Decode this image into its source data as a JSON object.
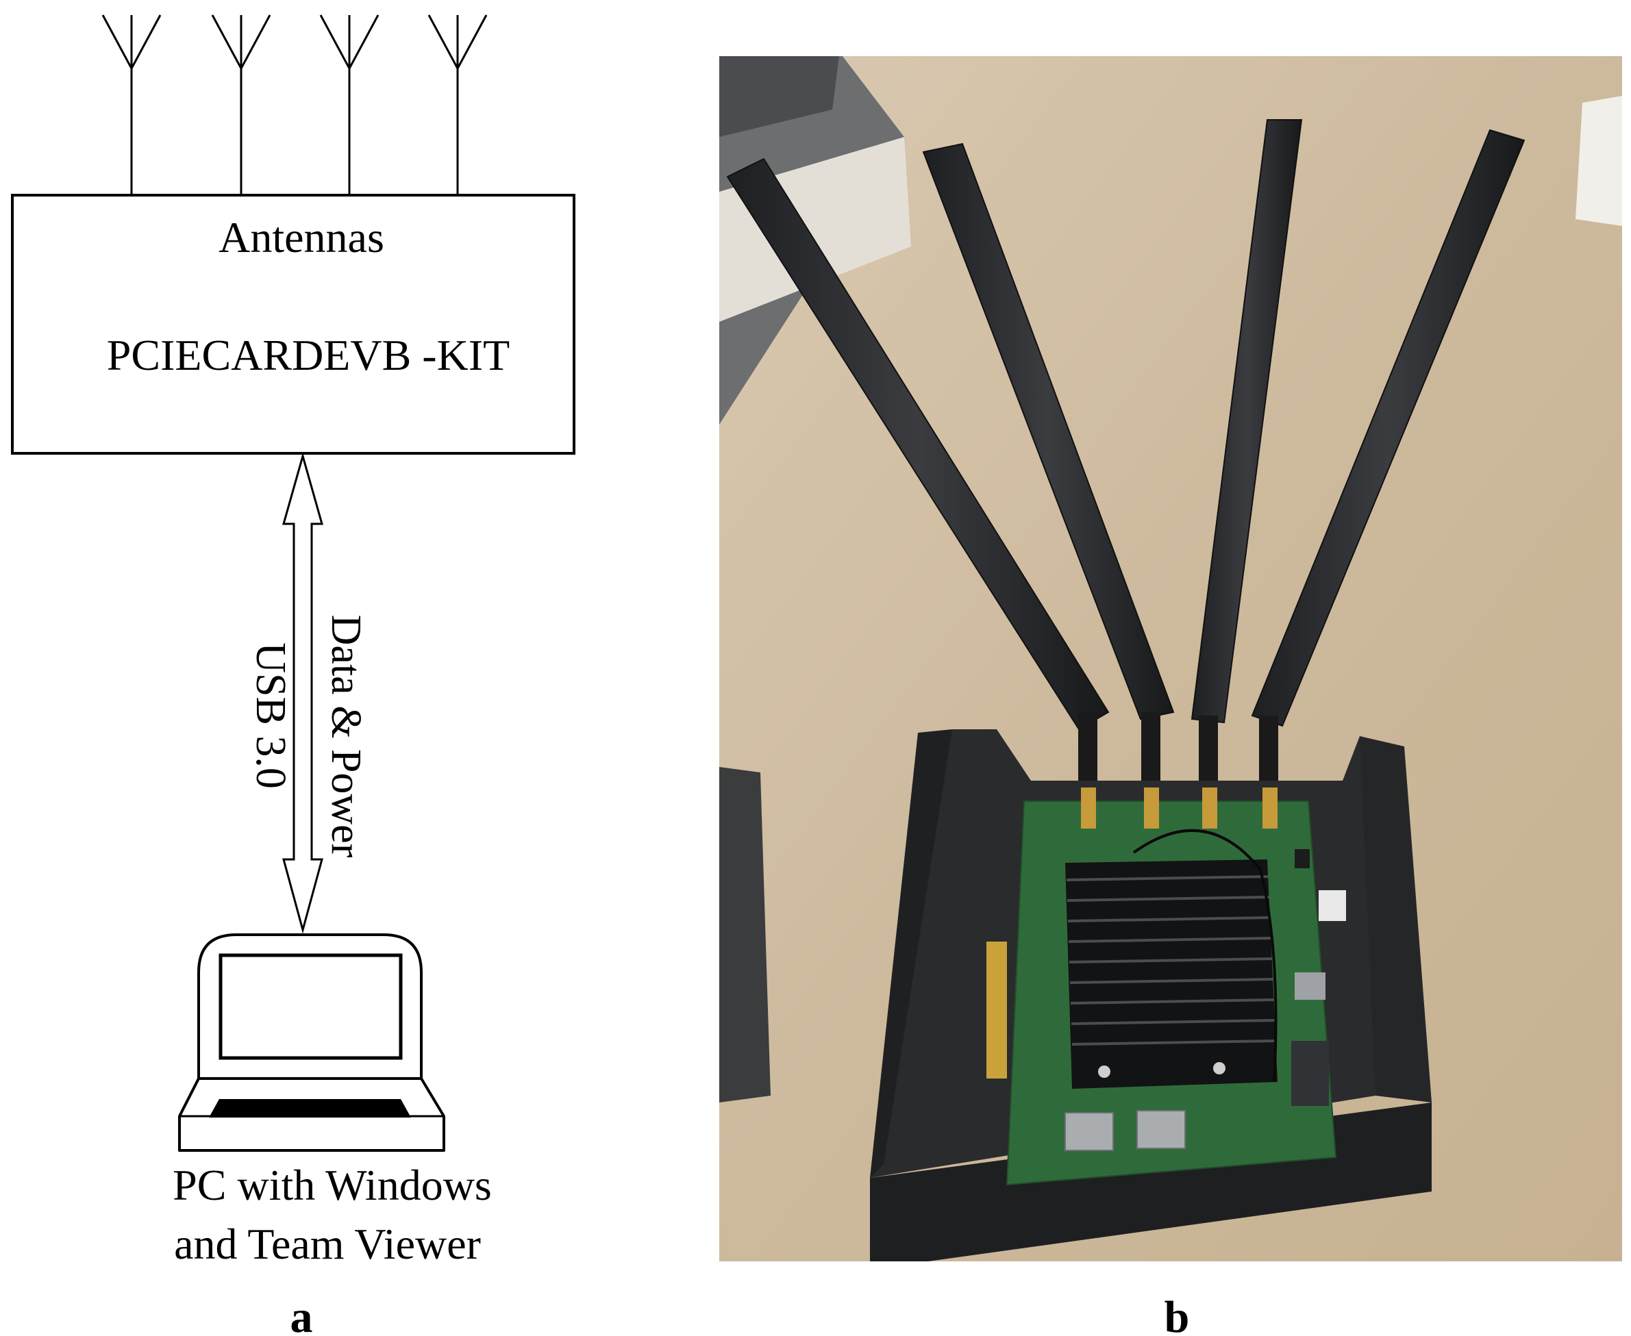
{
  "panel_a": {
    "box_title": "Antennas",
    "box_label": "PCIECARDEVB -KIT",
    "link_label_1": "USB 3.0",
    "link_label_2": "Data & Power",
    "pc_label_line1": "PC with Windows",
    "pc_label_line2": "and Team Viewer",
    "panel_letter": "a"
  },
  "panel_b": {
    "panel_letter": "b"
  }
}
